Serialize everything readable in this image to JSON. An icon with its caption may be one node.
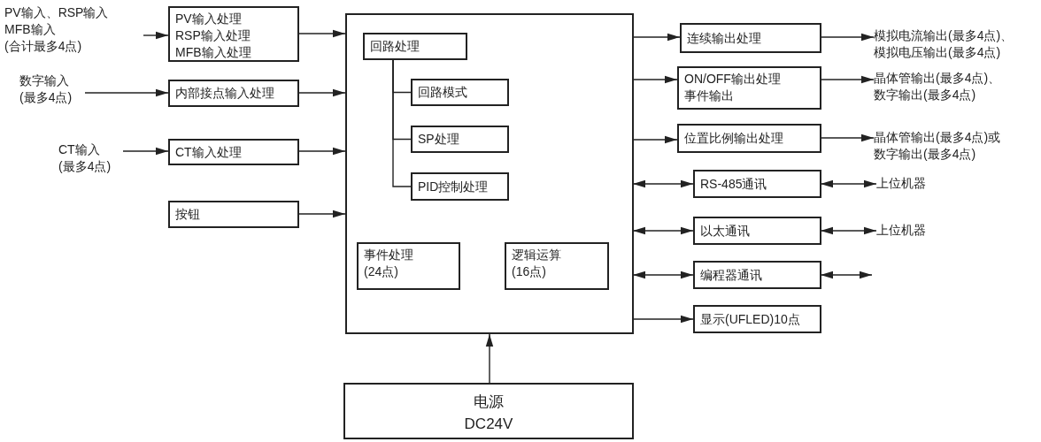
{
  "diagram": {
    "nodes": [
      {
        "text": [
          "PV输入、RSP输入",
          "MFB输入",
          "(合计最多4点)"
        ]
      },
      {
        "text": [
          "PV输入处理",
          "RSP输入处理",
          "MFB输入处理"
        ]
      },
      {
        "text": [
          "数字输入",
          "(最多4点)"
        ]
      },
      {
        "text": [
          "内部接点输入处理"
        ]
      },
      {
        "text": [
          "CT输入",
          "(最多4点)"
        ]
      },
      {
        "text": [
          "CT输入处理"
        ]
      },
      {
        "text": [
          "按钮"
        ]
      },
      {
        "text": [],
        "shape": "box"
      },
      {
        "text": [
          "回路处理"
        ],
        "in": 7
      },
      {
        "text": [
          "回路模式"
        ],
        "in": 7
      },
      {
        "text": [
          "SP处理"
        ],
        "in": 7
      },
      {
        "text": [
          "PID控制处理"
        ],
        "in": 7
      },
      {
        "text": [
          "事件处理",
          "(24点)"
        ],
        "in": 7
      },
      {
        "text": [
          "逻辑运算",
          "(16点)"
        ],
        "in": 7
      },
      {
        "text": [
          "连续输出处理"
        ]
      },
      {
        "text": [
          "模拟电流输出(最多4点)、",
          "模拟电压输出(最多4点)"
        ]
      },
      {
        "text": [
          "ON/OFF输出处理",
          "事件输出"
        ]
      },
      {
        "text": [
          "晶体管输出(最多4点)、",
          "数字输出(最多4点)"
        ]
      },
      {
        "text": [
          "位置比例输出处理"
        ]
      },
      {
        "text": [
          "晶体管输出(最多4点)或",
          "数字输出(最多4点)"
        ]
      },
      {
        "text": [
          "RS-485通讯"
        ]
      },
      {
        "text": [
          "上位机器"
        ]
      },
      {
        "text": [
          "以太通讯"
        ]
      },
      {
        "text": [
          "上位机器"
        ]
      },
      {
        "text": [
          "编程器通讯"
        ]
      },
      {
        "text": [
          "显示(UFLED)10点"
        ]
      },
      {
        "text": [
          "电源",
          "DC24V"
        ]
      }
    ],
    "edges": [
      {
        "from": 0,
        "to": 1,
        "arrow": "to"
      },
      {
        "from": 1,
        "to": 7,
        "arrow": "to"
      },
      {
        "from": 2,
        "to": 3,
        "arrow": "to"
      },
      {
        "from": 3,
        "to": 7,
        "arrow": "to"
      },
      {
        "from": 4,
        "to": 5,
        "arrow": "to"
      },
      {
        "from": 5,
        "to": 7,
        "arrow": "to"
      },
      {
        "from": 6,
        "to": 7,
        "arrow": "to"
      },
      {
        "from": 8,
        "to": 9,
        "arrow": "none"
      },
      {
        "from": 8,
        "to": 10,
        "arrow": "none"
      },
      {
        "from": 8,
        "to": 11,
        "arrow": "none"
      },
      {
        "from": 7,
        "to": 14,
        "arrow": "to"
      },
      {
        "from": 14,
        "to": 15,
        "arrow": "to"
      },
      {
        "from": 7,
        "to": 16,
        "arrow": "to"
      },
      {
        "from": 16,
        "to": 17,
        "arrow": "to"
      },
      {
        "from": 7,
        "to": 18,
        "arrow": "to"
      },
      {
        "from": 18,
        "to": 19,
        "arrow": "to"
      },
      {
        "from": 7,
        "to": 20,
        "arrow": "both"
      },
      {
        "from": 20,
        "to": 21,
        "arrow": "both"
      },
      {
        "from": 7,
        "to": 22,
        "arrow": "both"
      },
      {
        "from": 22,
        "to": 23,
        "arrow": "both"
      },
      {
        "from": 7,
        "to": 24,
        "arrow": "both"
      },
      {
        "from": 24,
        "to": null,
        "arrow": "both"
      },
      {
        "from": 7,
        "to": 25,
        "arrow": "to"
      },
      {
        "from": 26,
        "to": 7,
        "arrow": "to"
      }
    ]
  }
}
